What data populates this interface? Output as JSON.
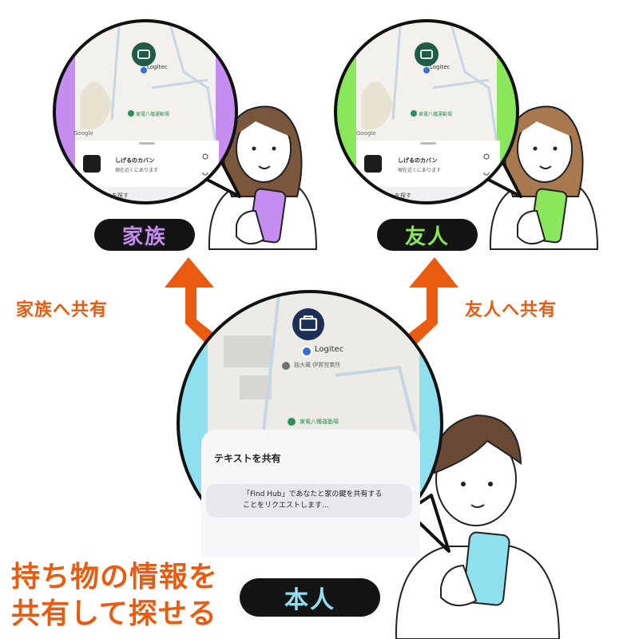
{
  "labels": {
    "family_pill": "家族",
    "friend_pill": "友人",
    "self_pill": "本人",
    "share_family": "家族へ共有",
    "share_friend": "友人へ共有",
    "catch_line1": "持ち物の情報を",
    "catch_line2": "共有して探せる"
  },
  "map_small": {
    "device_label": "Logitec",
    "place_label": "東電八幡運動場",
    "google": "Google",
    "item_name": "しげるのカバン",
    "item_status": "現在近くにあります",
    "find_action": "を探す"
  },
  "map_main": {
    "device_label": "Logitec",
    "place_label_1": "独大蔵 伊賀営業所",
    "place_label_2": "東電八幡運動場"
  },
  "share_sheet": {
    "title": "テキストを共有",
    "message": "「Find Hub」であなたと家の鍵を共有することをリクエストします...",
    "copy_icon": "copy-icon",
    "list_icon": "text-lines-icon"
  },
  "colors": {
    "orange": "#ea5b10",
    "family_purple": "#c58cf2",
    "friend_green": "#8ae65a",
    "self_cyan": "#8ee0ee",
    "pin_green": "#1f5c48",
    "pin_navy": "#1b2f57"
  }
}
